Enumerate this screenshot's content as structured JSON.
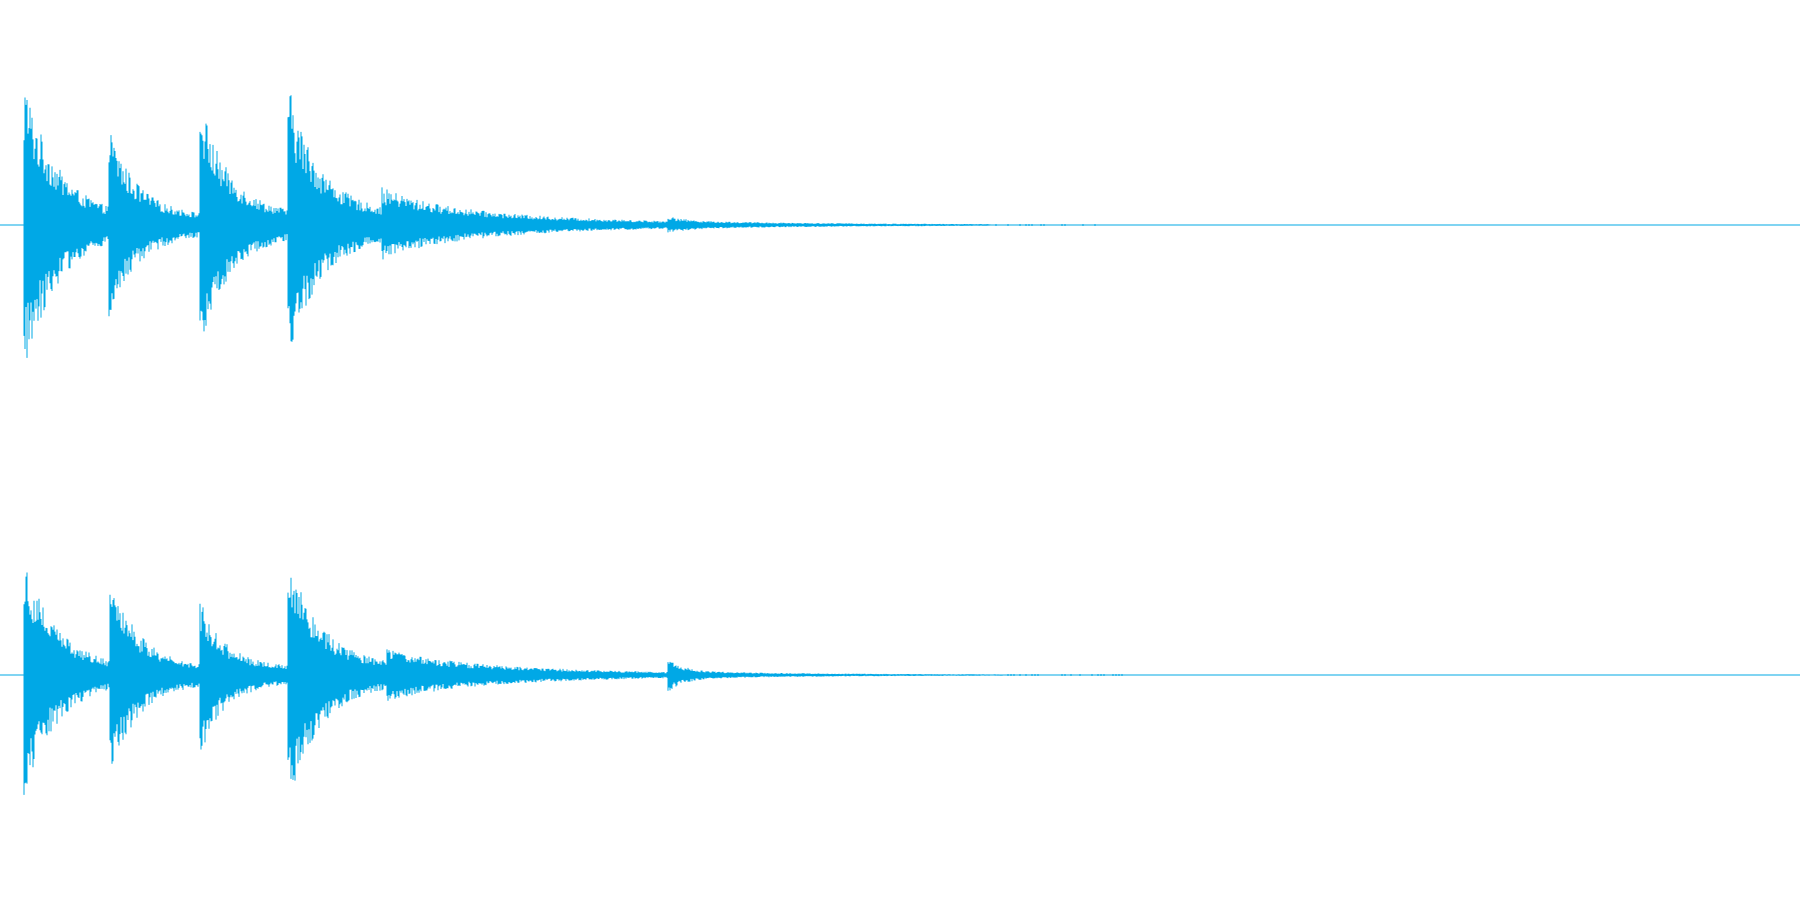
{
  "waveform": {
    "color": "#00a8e6",
    "background": "#ffffff",
    "channels": [
      {
        "name": "",
        "transients": [
          {
            "onset": 0.0128,
            "peak_up": 0.61,
            "peak_down": 0.62,
            "decay": 0.018
          },
          {
            "onset": 0.0605,
            "peak_up": 0.33,
            "peak_down": 0.32,
            "decay": 0.014
          },
          {
            "onset": 0.1108,
            "peak_up": 0.47,
            "peak_down": 0.46,
            "decay": 0.015
          },
          {
            "onset": 0.1597,
            "peak_up": 0.52,
            "peak_down": 0.51,
            "decay": 0.016
          },
          {
            "onset": 0.2118,
            "peak_up": 0.08,
            "peak_down": 0.07,
            "decay": 0.045
          },
          {
            "onset": 0.3708,
            "peak_up": 0.02,
            "peak_down": 0.02,
            "decay": 0.01
          }
        ],
        "tail_end": 0.55
      },
      {
        "name": "",
        "transients": [
          {
            "onset": 0.0128,
            "peak_up": 0.5,
            "peak_down": 0.5,
            "decay": 0.018
          },
          {
            "onset": 0.061,
            "peak_up": 0.39,
            "peak_down": 0.4,
            "decay": 0.013
          },
          {
            "onset": 0.1108,
            "peak_up": 0.28,
            "peak_down": 0.29,
            "decay": 0.012
          },
          {
            "onset": 0.1597,
            "peak_up": 0.5,
            "peak_down": 0.5,
            "decay": 0.016
          },
          {
            "onset": 0.215,
            "peak_up": 0.05,
            "peak_down": 0.05,
            "decay": 0.05
          },
          {
            "onset": 0.3708,
            "peak_up": 0.06,
            "peak_down": 0.06,
            "decay": 0.008
          }
        ],
        "tail_end": 0.56
      }
    ]
  }
}
